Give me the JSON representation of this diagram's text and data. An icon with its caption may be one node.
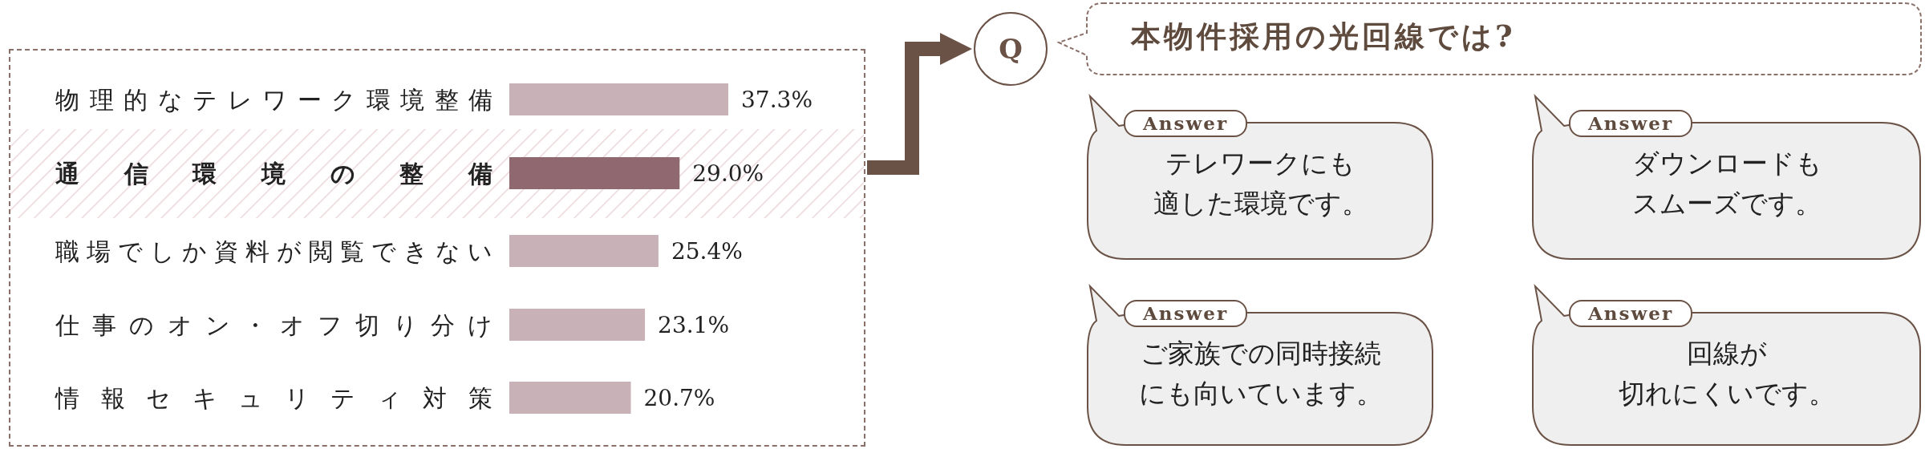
{
  "diagram": {
    "nodes": [
      {
        "text": [],
        "shape": "box"
      },
      {
        "text": [
          "Q"
        ]
      },
      {
        "text": [
          "本物件採用の光回線では?"
        ]
      },
      {
        "text": [
          "Answer",
          "テレワークにも適した環境です。"
        ]
      },
      {
        "text": [
          "Answer",
          "ダウンロードもスムーズです。"
        ]
      },
      {
        "text": [
          "Answer",
          "ご家族での同時接続にも向いています。"
        ]
      },
      {
        "text": [
          "Answer",
          "回線が切れにくいです。"
        ]
      }
    ],
    "edges": [
      {
        "from": 0,
        "to": 1,
        "arrow": "to"
      }
    ],
    "chart_data": {
      "type": "bar",
      "orientation": "horizontal",
      "categories": [
        "物理的なテレワーク環境整備",
        "通信環境の整備",
        "職場でしか資料が閲覧できない",
        "仕事のオン・オフ切り分け",
        "情報セキュリティ対策"
      ],
      "series": [
        {
          "color": "#c8b2b7",
          "values": [
            37.3,
            null,
            25.4,
            23.1,
            20.7
          ],
          "value_labels": [
            "37.3%",
            null,
            "25.4%",
            "23.1%",
            "20.7%"
          ]
        },
        {
          "color": "#8f6870",
          "values": [
            null,
            29.0,
            null,
            null,
            null
          ],
          "value_labels": [
            null,
            "29.0%",
            null,
            null,
            null
          ]
        }
      ],
      "data_labels": true
    }
  }
}
